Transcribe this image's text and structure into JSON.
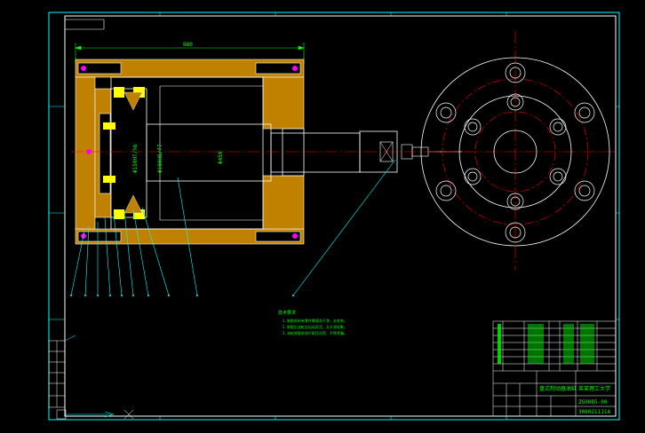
{
  "drawing": {
    "overall_dimension": "880",
    "bore_diameter": "Φ150H7/h6",
    "rod_fit": "Φ100H8/f7",
    "cylinder_diameter": "Φ450"
  },
  "notes": {
    "heading": "技术要求",
    "lines": [
      "1.装配前所有零件需清洗干净，去毛刺。",
      "2.装配后油缸应运动灵活，无卡滞现象。",
      "3.油缸按要求进行耐压试验，不得渗漏。"
    ]
  },
  "title_block": {
    "drawing_name": "盘式制动器油缸",
    "school": "某某理工大学",
    "drawing_number": "ZG0085-00",
    "student_number": "3060211114"
  },
  "colors": {
    "frame": "#00ffff",
    "section": "#c08000",
    "outline": "#ffffff",
    "center": "#ff0000",
    "annotation": "#00ff00",
    "highlight": "#ffff00"
  }
}
